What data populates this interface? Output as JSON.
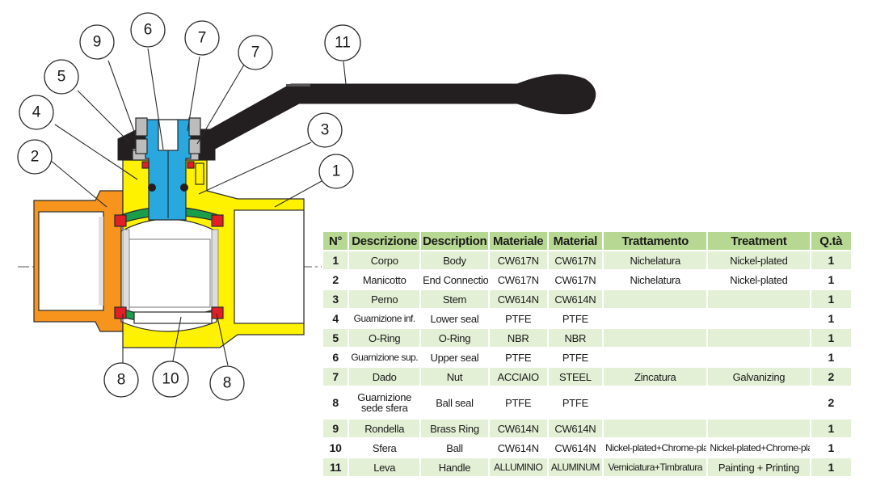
{
  "callouts": [
    "1",
    "2",
    "3",
    "4",
    "5",
    "6",
    "7",
    "7",
    "8",
    "8",
    "9",
    "10",
    "11"
  ],
  "colors": {
    "body": "#fff200",
    "end_connection": "#f7941d",
    "stem": "#29a8e0",
    "seal": "#e31e24",
    "ball_seal_green": "#1b9e4a",
    "handle": "#231f20",
    "table_header": "#b7d892",
    "table_odd_row": "#e4f0d6"
  },
  "table": {
    "headers": [
      "N°",
      "Descrizione",
      "Description",
      "Materiale",
      "Material",
      "Trattamento",
      "Treatment",
      "Q.tà"
    ],
    "rows": [
      [
        "1",
        "Corpo",
        "Body",
        "CW617N",
        "CW617N",
        "Nichelatura",
        "Nickel-plated",
        "1"
      ],
      [
        "2",
        "Manicotto",
        "End Connection",
        "CW617N",
        "CW617N",
        "Nichelatura",
        "Nickel-plated",
        "1"
      ],
      [
        "3",
        "Perno",
        "Stem",
        "CW614N",
        "CW614N",
        "",
        "",
        "1"
      ],
      [
        "4",
        "Guarnizione inf.",
        "Lower seal",
        "PTFE",
        "PTFE",
        "",
        "",
        "1"
      ],
      [
        "5",
        "O-Ring",
        "O-Ring",
        "NBR",
        "NBR",
        "",
        "",
        "1"
      ],
      [
        "6",
        "Guarnizione sup.",
        "Upper seal",
        "PTFE",
        "PTFE",
        "",
        "",
        "1"
      ],
      [
        "7",
        "Dado",
        "Nut",
        "ACCIAIO",
        "STEEL",
        "Zincatura",
        "Galvanizing",
        "2"
      ],
      [
        "8",
        "Guarnizione sede sfera",
        "Ball seal",
        "PTFE",
        "PTFE",
        "",
        "",
        "2"
      ],
      [
        "9",
        "Rondella",
        "Brass Ring",
        "CW614N",
        "CW614N",
        "",
        "",
        "1"
      ],
      [
        "10",
        "Sfera",
        "Ball",
        "CW614N",
        "CW614N",
        "Nickel-plated+Chrome-plated",
        "Nickel-plated+Chrome-plated",
        "1"
      ],
      [
        "11",
        "Leva",
        "Handle",
        "ALLUMINIO",
        "ALUMINUM",
        "Verniciatura+Timbratura",
        "Painting + Printing",
        "1"
      ]
    ]
  }
}
